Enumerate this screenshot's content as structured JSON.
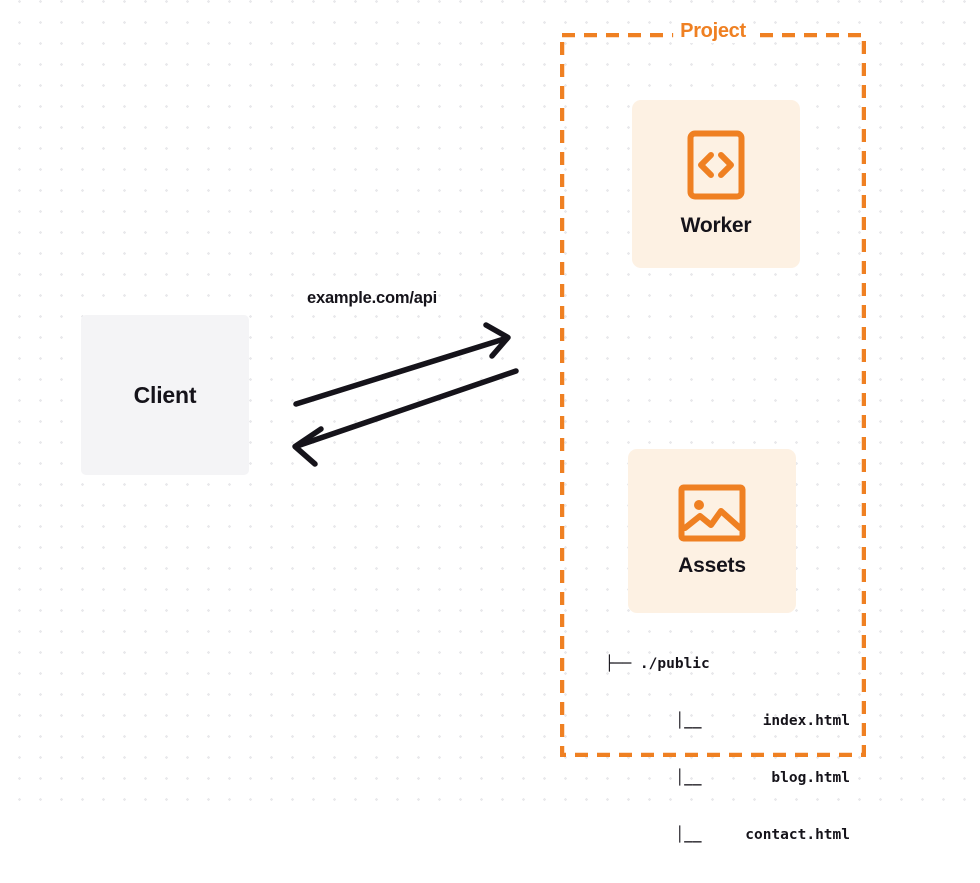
{
  "diagram": {
    "title": "Cloudflare Worker and Assets request flow",
    "background": {
      "dot_color": "#e9e9ec",
      "page_color": "#ffffff"
    },
    "colors": {
      "accent_orange": "#ef8022",
      "card_fill": "#fdf1e3",
      "client_fill": "#f4f4f6",
      "text_dark": "#15131a"
    },
    "client": {
      "label": "Client",
      "icon": "client-box"
    },
    "connection": {
      "label": "example.com/api",
      "request_arrow_icon": "arrow-right-icon",
      "response_arrow_icon": "arrow-left-icon"
    },
    "project": {
      "title": "Project",
      "border_style": "dashed",
      "services": [
        {
          "label": "Worker",
          "icon": "code-brackets-icon"
        },
        {
          "label": "Assets",
          "icon": "image-icon"
        }
      ],
      "file_tree": [
        {
          "connector": "├── ",
          "name": "./public",
          "level": 0
        },
        {
          "connector": "│__ ",
          "name": "index.html",
          "level": 1
        },
        {
          "connector": "│__ ",
          "name": "blog.html",
          "level": 1
        },
        {
          "connector": "│__ ",
          "name": "contact.html",
          "level": 1
        }
      ]
    }
  }
}
